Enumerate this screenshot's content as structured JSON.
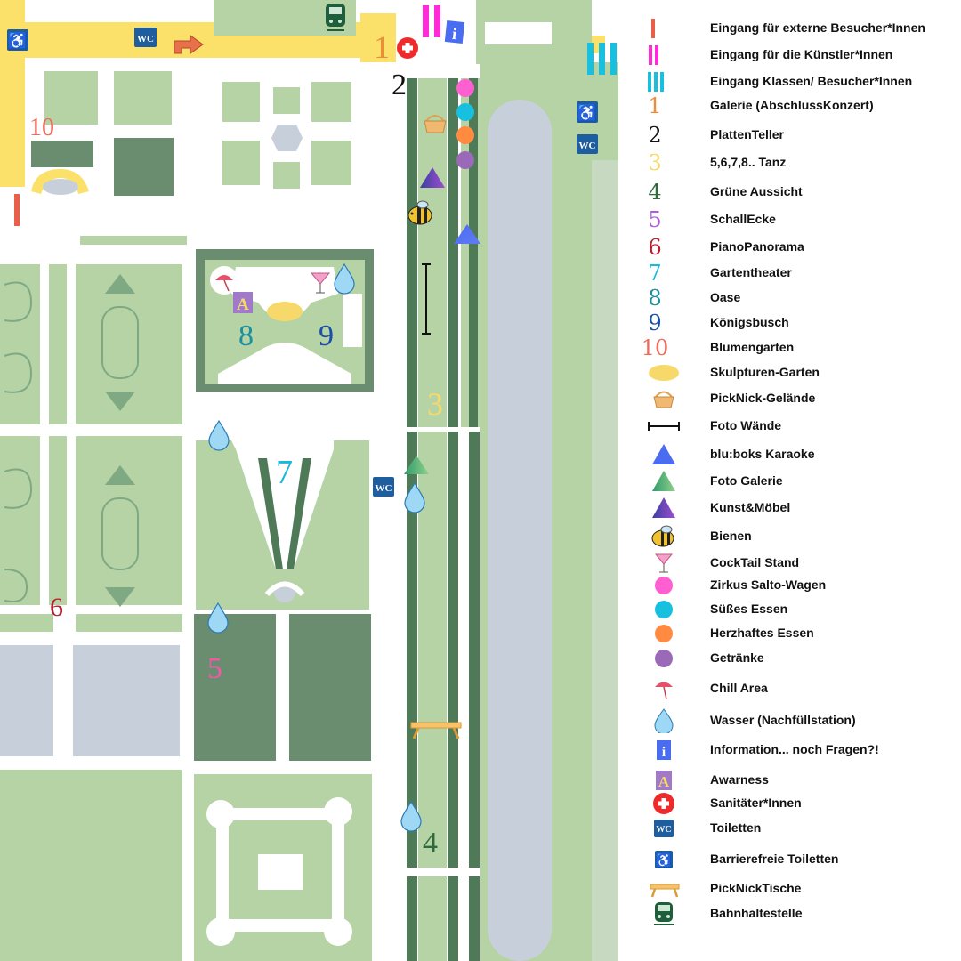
{
  "colors": {
    "lawn": "#b6d3a6",
    "lawn_dark": "#6a8c6f",
    "path": "#ffffff",
    "hedge": "#4e7a58",
    "canal": "#c7d0da",
    "entry_area": "#fbe06a",
    "gold": "#f7d96b"
  },
  "map_labels": {
    "n1": "1",
    "n2": "2",
    "n3": "3",
    "n4": "4",
    "n5": "5",
    "n6": "6",
    "n7": "7",
    "n8": "8",
    "n9": "9",
    "n10": "10",
    "wc": "WC",
    "info": "i",
    "awareness": "A",
    "gate_I": "I",
    "gate_II": "II",
    "gate_III": "III"
  },
  "legend": [
    {
      "icon": "roman-one-red",
      "label": "Eingang für externe Besucher*Innen"
    },
    {
      "icon": "roman-two-magenta",
      "label": "Eingang für die Künstler*Innen"
    },
    {
      "icon": "roman-three-cyan",
      "label": "Eingang Klassen/  Besucher*Innen"
    },
    {
      "icon": "number-1-orange",
      "symbol": "1",
      "label": "Galerie (AbschlussKonzert)"
    },
    {
      "icon": "number-2-black",
      "symbol": "2",
      "label": "PlattenTeller"
    },
    {
      "icon": "number-3-yellow",
      "symbol": "3",
      "label": "5,6,7,8.. Tanz"
    },
    {
      "icon": "number-4-green",
      "symbol": "4",
      "label": "Grüne Aussicht"
    },
    {
      "icon": "number-5-purple",
      "symbol": "5",
      "label": "SchallEcke"
    },
    {
      "icon": "number-6-red",
      "symbol": "6",
      "label": "PianoPanorama"
    },
    {
      "icon": "number-7-cyan",
      "symbol": "7",
      "label": "Gartentheater"
    },
    {
      "icon": "number-8-teal",
      "symbol": "8",
      "label": "Oase"
    },
    {
      "icon": "number-9-blue",
      "symbol": "9",
      "label": "Königsbusch"
    },
    {
      "icon": "number-10-coral",
      "symbol": "10",
      "label": "Blumengarten"
    },
    {
      "icon": "yellow-oval-icon",
      "label": "Skulpturen-Garten"
    },
    {
      "icon": "picnic-basket-icon",
      "label": "PickNick-Gelände"
    },
    {
      "icon": "photo-wall-icon",
      "label": "Foto Wände"
    },
    {
      "icon": "blue-triangle-icon",
      "label": "blu:boks Karaoke"
    },
    {
      "icon": "green-triangle-icon",
      "label": "Foto Galerie"
    },
    {
      "icon": "purple-triangle-icon",
      "label": "Kunst&Möbel"
    },
    {
      "icon": "bee-icon",
      "label": "Bienen"
    },
    {
      "icon": "cocktail-icon",
      "label": "CockTail Stand"
    },
    {
      "icon": "pink-dot-icon",
      "label": "Zirkus Salto-Wagen"
    },
    {
      "icon": "cyan-dot-icon",
      "label": "Süßes Essen"
    },
    {
      "icon": "orange-dot-icon",
      "label": "Herzhaftes Essen"
    },
    {
      "icon": "purple-dot-icon",
      "label": "Getränke"
    },
    {
      "icon": "umbrella-icon",
      "label": "Chill Area"
    },
    {
      "icon": "water-drop-icon",
      "label": "Wasser (Nachfüllstation)"
    },
    {
      "icon": "info-icon",
      "label": "Information... noch Fragen?!"
    },
    {
      "icon": "awareness-icon",
      "label": "Awarness"
    },
    {
      "icon": "first-aid-icon",
      "label": "Sanitäter*Innen"
    },
    {
      "icon": "wc-icon",
      "label": "Toiletten"
    },
    {
      "icon": "wheelchair-icon",
      "label": "Barrierefreie Toiletten"
    },
    {
      "icon": "picnic-table-icon",
      "label": "PickNickTische"
    },
    {
      "icon": "train-icon",
      "label": "Bahnhaltestelle"
    }
  ]
}
